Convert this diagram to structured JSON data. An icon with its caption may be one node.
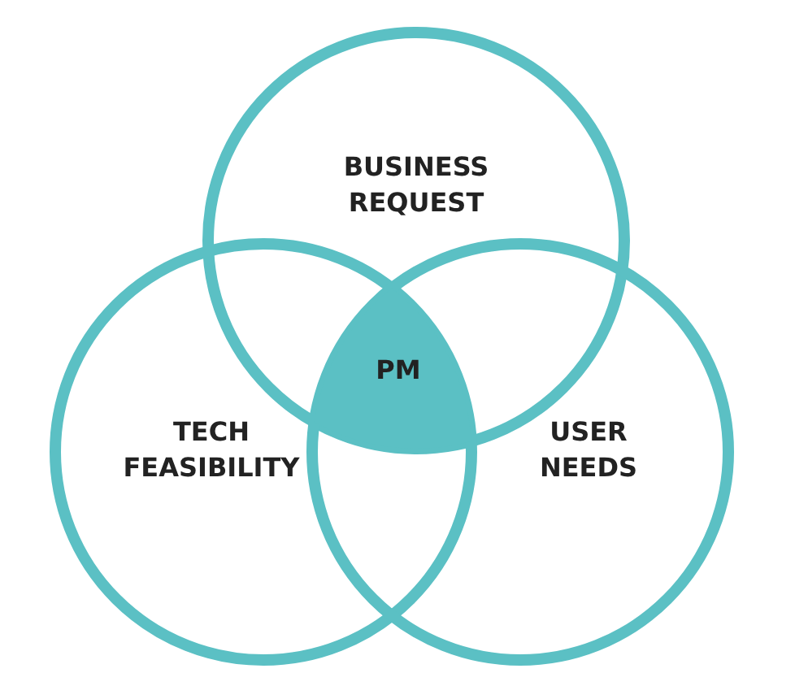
{
  "diagram": {
    "nodes": [
      {
        "text": [
          "BUSINESS REQUEST"
        ]
      },
      {
        "text": [
          "TECH FEASIBILITY"
        ]
      },
      {
        "text": [
          "USER NEEDS"
        ]
      },
      {
        "text": [
          "PM"
        ]
      }
    ]
  }
}
